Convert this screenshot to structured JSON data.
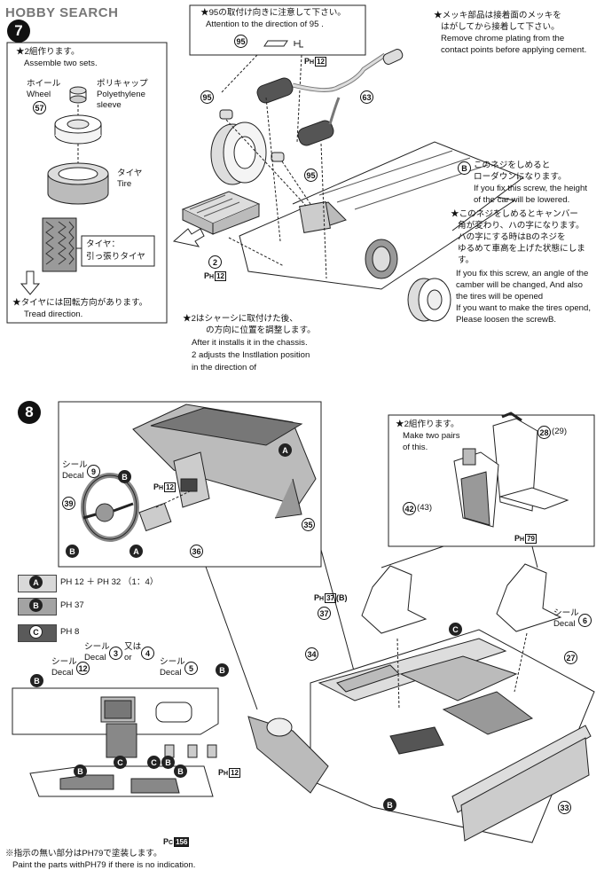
{
  "header": {
    "logo": "HOBBY SEARCH",
    "top_note": [
      "★メッキ部品は接着面のメッキを",
      "はがしてから接着して下さい。",
      "Remove chrome plating from the",
      "contact points before applying cement."
    ]
  },
  "step7": {
    "number": "7",
    "box": {
      "title_jp": "★2組作ります。",
      "title_en": "Assemble two sets.",
      "wheel_jp": "ホイール",
      "wheel_en": "Wheel",
      "wheel_part": "57",
      "sleeve_jp": "ポリキャップ",
      "sleeve_en1": "Polyethylene",
      "sleeve_en2": "sleeve",
      "tire_jp": "タイヤ",
      "tire_en": "Tire",
      "tire_label_jp1": "タイヤ：",
      "tire_label_jp2": "引っ張りタイヤ",
      "tread_jp": "★タイヤには回転方向があります。",
      "tread_en": "Tread direction."
    },
    "note95": {
      "jp": "★95の取付け向きに注意して下さい。",
      "en": "Attention to the direction of 95 .",
      "part": "95"
    },
    "parts": {
      "p95a": "95",
      "p95b": "95",
      "p63": "63",
      "p2": "2",
      "ph12_top": "12",
      "ph12_mid": "12"
    },
    "screw_b": {
      "jp": [
        "このネジをしめると",
        "ローダウンになります。"
      ],
      "en": [
        "If you fix this screw, the height",
        "of the car will be lowered."
      ]
    },
    "camber": {
      "jp": [
        "★このネジをしめるとキャンバー",
        "角が変わり、ハの字になります。",
        "ハの字にする時はBのネジを",
        "ゆるめて車高を上げた状態にしま",
        "す。"
      ],
      "en": [
        "If you fix this screw, an angle of the",
        "camber will be changed, And also",
        "the tires will be opened",
        "If you want to make the tires opend,",
        "Please loosen the screwB."
      ]
    },
    "chassis": {
      "jp1": "★2はシャーシに取付けた後、",
      "jp2": "の方向に位置を調整します。",
      "en1": "After it installs it in the chassis.",
      "en2": "2 adjusts the Instllation position",
      "en3": "in the direction of"
    }
  },
  "step8": {
    "number": "8",
    "decal9_jp": "シール",
    "decal9_en": "Decal",
    "parts": {
      "p9": "9",
      "p39": "39",
      "p36": "36",
      "p35": "35",
      "p28": "28",
      "p29": "29",
      "p42": "42",
      "p43": "43",
      "p37": "37",
      "p34": "34",
      "p27": "27",
      "p33": "33",
      "p6": "6",
      "p12": "12",
      "p3": "3",
      "p4": "4",
      "p5": "5"
    },
    "seats_box": {
      "jp": "★2組作ります。",
      "en1": "Make two pairs",
      "en2": "of this."
    },
    "ph": {
      "ph12_dash": "12",
      "ph79_seat": "79",
      "ph37_b": "37",
      "ph12_ctr": "12",
      "pc156": "156"
    },
    "colors": [
      {
        "key": "A",
        "label": "PH 12 ＋ PH 32 （1：4）",
        "color": "#d9d9d9"
      },
      {
        "key": "B",
        "label": "PH 37",
        "color": "#a3a3a3"
      },
      {
        "key": "C",
        "label": "PH 8",
        "color": "#5a5a5a"
      }
    ],
    "decal_labels": {
      "decal12_jp": "シール",
      "decal12_en": "Decal",
      "decal3_jp": "シール",
      "decal3_en": "Decal",
      "decal3_or_jp": "又は",
      "decal3_or_en": "or",
      "decal5_jp": "シール",
      "decal5_en": "Decal",
      "decal6_jp": "シール",
      "decal6_en": "Decal"
    },
    "footer_jp": "※指示の無い部分はPH79で塗装します。",
    "footer_en": "Paint the parts withPH79 if there is no indication."
  }
}
